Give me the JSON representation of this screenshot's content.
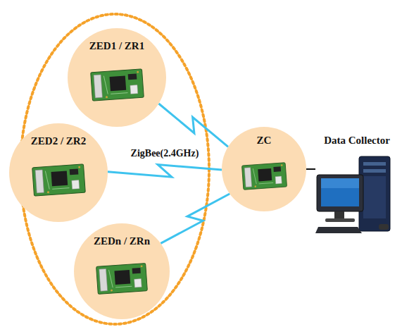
{
  "diagram": {
    "nodes": [
      {
        "text": [
          "ZED1 / ZR1"
        ]
      },
      {
        "text": [
          "ZED2 / ZR2"
        ]
      },
      {
        "text": [
          "ZEDn / ZRn"
        ]
      },
      {
        "text": [
          "ZC"
        ]
      },
      {
        "text": [
          "Data Collector"
        ]
      }
    ],
    "edges": [
      {
        "from": 0,
        "to": 3,
        "arrow": "none"
      },
      {
        "from": 1,
        "to": 3,
        "label": "ZigBee(2.4GHz)",
        "arrow": "none"
      },
      {
        "from": 2,
        "to": 3,
        "arrow": "none"
      },
      {
        "from": 3,
        "to": 4,
        "arrow": "none"
      }
    ]
  }
}
